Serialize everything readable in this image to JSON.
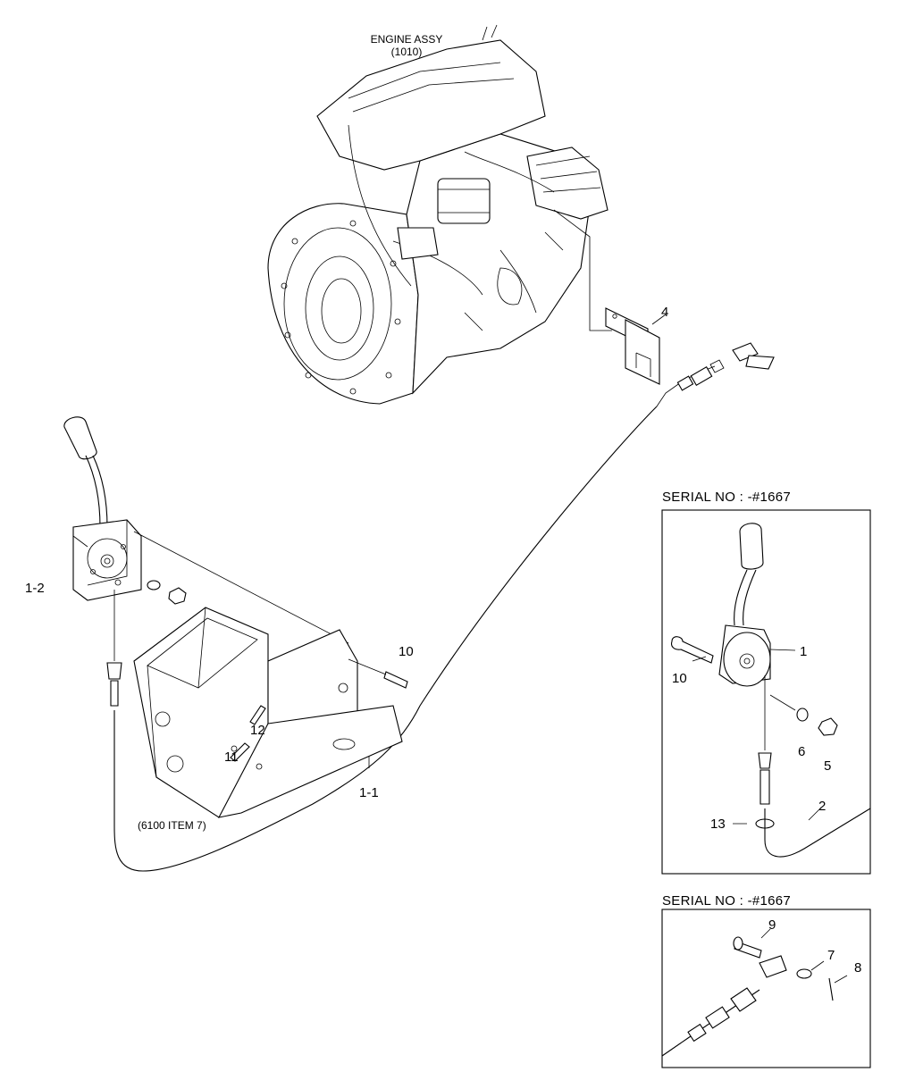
{
  "title": {
    "engine": "ENGINE ASSY",
    "engine_ref": "(1010)",
    "bracket_ref": "(6100 ITEM 7)"
  },
  "callouts": {
    "c1": "1",
    "c1_1": "1-1",
    "c1_2": "1-2",
    "c2": "2",
    "c4": "4",
    "c5": "5",
    "c6": "6",
    "c7": "7",
    "c8": "8",
    "c9": "9",
    "c10_main": "10",
    "c10_inset": "10",
    "c11": "11",
    "c12": "12",
    "c13": "13"
  },
  "insets": {
    "top_header": "SERIAL NO : -#1667",
    "bottom_header": "SERIAL NO : -#1667"
  }
}
